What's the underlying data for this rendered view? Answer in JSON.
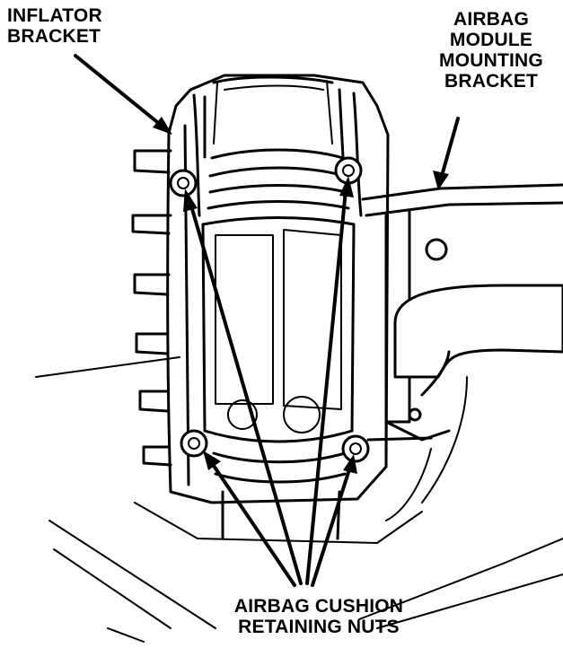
{
  "labels": {
    "inflator_bracket": [
      "INFLATOR",
      "BRACKET"
    ],
    "mounting_bracket": [
      "AIRBAG",
      "MODULE",
      "MOUNTING",
      "BRACKET"
    ],
    "retaining_nuts": [
      "AIRBAG CUSHION",
      "RETAINING NUTS"
    ]
  },
  "colors": {
    "ink": "#000000",
    "paper": "#ffffff"
  }
}
